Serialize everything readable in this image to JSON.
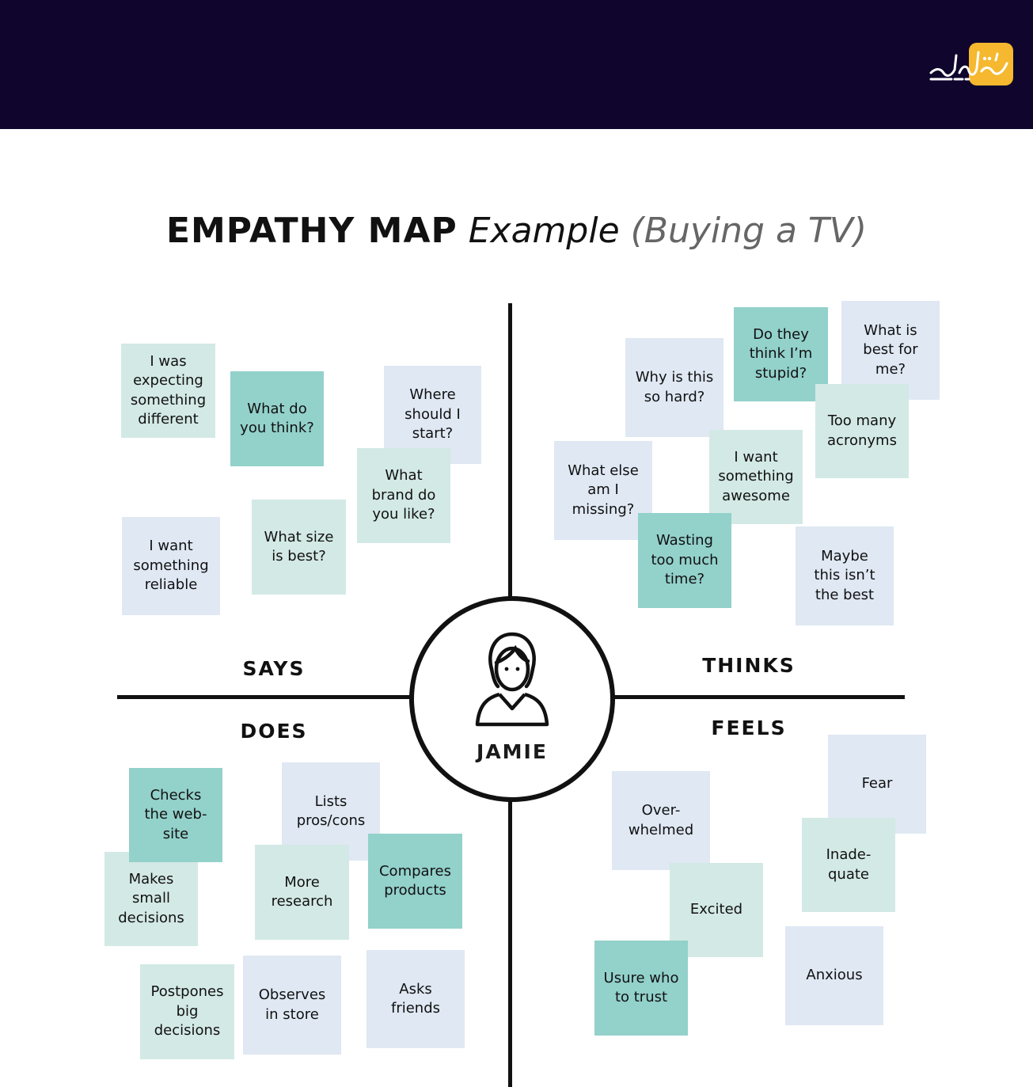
{
  "header": {
    "logo_text": "کالج آکادمی",
    "colors": {
      "bar": "#0f052d",
      "logo_badge": "#f5b82e"
    }
  },
  "title": {
    "bold": "EMPATHY MAP",
    "italic": "Example",
    "paren": "(Buying a TV)"
  },
  "center": {
    "name": "JAMIE",
    "icon": "person-avatar-icon"
  },
  "quadrants": {
    "says": "SAYS",
    "thinks": "THINKS",
    "does": "DOES",
    "feels": "FEELS"
  },
  "note_colors": {
    "mint": "#d3e9e5",
    "teal": "#93d1cb",
    "blue": "#dfe8f3"
  },
  "notes": {
    "says": [
      "I was\nexpecting\nsomething\ndifferent",
      "What do\nyou think?",
      "Where\nshould I\nstart?",
      "What\nbrand do\nyou like?",
      "What size\nis best?",
      "I want\nsomething\nreliable"
    ],
    "thinks": [
      "Why is this\nso hard?",
      "Do they\nthink I’m\nstupid?",
      "What is\nbest for\nme?",
      "Too many\nacronyms",
      "I want\nsomething\nawesome",
      "What else\nam I\nmissing?",
      "Wasting\ntoo much\ntime?",
      "Maybe\nthis isn’t\nthe best"
    ],
    "does": [
      "Checks\nthe web-\nsite",
      "Makes\nsmall\ndecisions",
      "Lists\npros/cons",
      "More\nresearch",
      "Compares\nproducts",
      "Postpones\nbig\ndecisions",
      "Observes\nin store",
      "Asks\nfriends"
    ],
    "feels": [
      "Fear",
      "Over-\nwhelmed",
      "Inade-\nquate",
      "Excited",
      "Usure who\nto trust",
      "Anxious"
    ]
  }
}
